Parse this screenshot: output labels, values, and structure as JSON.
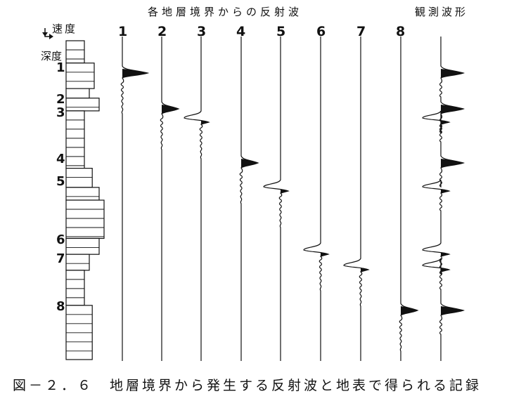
{
  "title_reflections": "各地層境界からの反射波",
  "title_observed": "観測波形",
  "axis_velocity": "速度",
  "axis_depth": "深度",
  "caption": "図－２．６　地層境界から発生する反射波と地表で得られる記録",
  "trace_labels": [
    "1",
    "2",
    "3",
    "4",
    "5",
    "6",
    "7",
    "8"
  ],
  "depth_labels": [
    "1",
    "2",
    "3",
    "4",
    "5",
    "6",
    "7",
    "8"
  ],
  "column_widths_note": "",
  "velocity_column": [
    {
      "from": 0.0,
      "to": 0.07,
      "v": 1
    },
    {
      "from": 0.07,
      "to": 0.15,
      "v": 2
    },
    {
      "from": 0.15,
      "to": 0.18,
      "v": 1.5
    },
    {
      "from": 0.18,
      "to": 0.22,
      "v": 2.5
    },
    {
      "from": 0.22,
      "to": 0.4,
      "v": 1
    },
    {
      "from": 0.4,
      "to": 0.46,
      "v": 1.8
    },
    {
      "from": 0.46,
      "to": 0.5,
      "v": 2.5
    },
    {
      "from": 0.5,
      "to": 0.62,
      "v": 3
    },
    {
      "from": 0.62,
      "to": 0.67,
      "v": 2.5
    },
    {
      "from": 0.67,
      "to": 0.72,
      "v": 1.5
    },
    {
      "from": 0.72,
      "to": 0.83,
      "v": 1
    },
    {
      "from": 0.83,
      "to": 1.0,
      "v": 1.8
    }
  ]
}
